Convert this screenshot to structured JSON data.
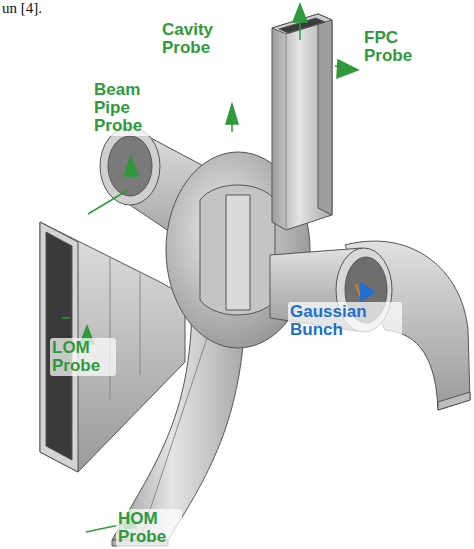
{
  "diagram": {
    "labels": [
      "un [4].",
      "Cavity Probe",
      "FPC Probe",
      "Beam Pipe Probe",
      "LOM Probe",
      "Gaussian Bunch",
      "HOM Probe"
    ]
  }
}
